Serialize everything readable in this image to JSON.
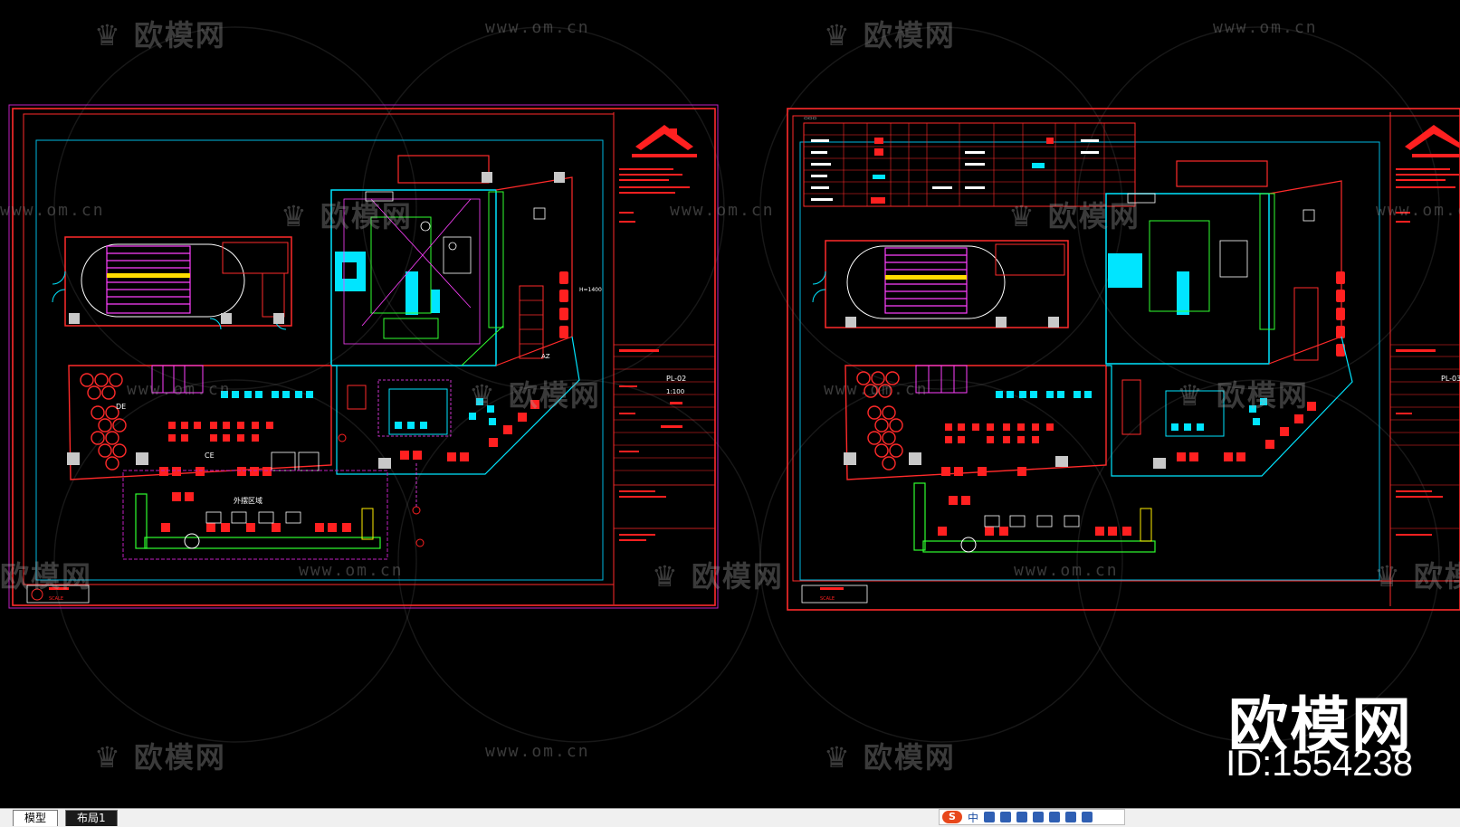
{
  "watermark": {
    "logo_text": "欧模网",
    "url_text": "www.om.cn"
  },
  "brand": {
    "name": "欧模网",
    "id_label": "ID:1554238"
  },
  "drawing": {
    "sheet_codes": [
      "PL-02",
      "PL-03"
    ],
    "scale": "1:100",
    "label_ce": "CE",
    "label_de": "DE",
    "label_az": "AZ",
    "label_outdoor": "外摆区域",
    "note_h": "H=1400",
    "scale_label": "SCALE"
  },
  "tabs": {
    "model": "模型",
    "layout1": "布局1"
  },
  "ime": {
    "lang": "中",
    "logo": "S"
  },
  "colors": {
    "frame": "#ff2a2a",
    "wall_cyan": "#00e5ff",
    "stair": "#ff40ff",
    "furniture_red": "#ff2020",
    "green": "#30ff30",
    "yellow": "#ffee00",
    "white": "#ffffff",
    "magenta": "#c020c0"
  }
}
